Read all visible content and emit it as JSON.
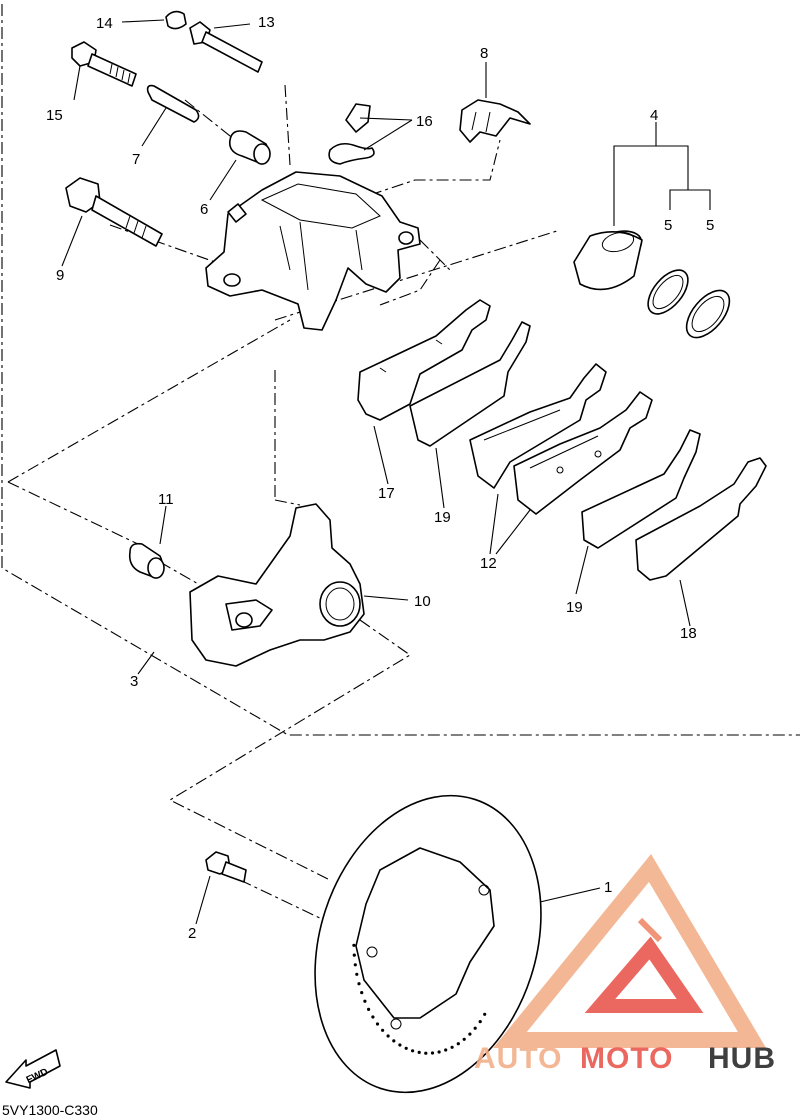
{
  "diagram_code": "5VY1300-C330",
  "fwd_label": "FWD",
  "watermark": {
    "part1": "AUTO",
    "part2": "MOTO",
    "part3": "HUB",
    "color_light": "#f2b08a",
    "color_mid": "#f08a6a",
    "color_red": "#e8584f",
    "color_dark": "#2b2b2b"
  },
  "callouts": [
    {
      "id": "1",
      "label": "1"
    },
    {
      "id": "2",
      "label": "2"
    },
    {
      "id": "3",
      "label": "3"
    },
    {
      "id": "4",
      "label": "4"
    },
    {
      "id": "5a",
      "label": "5"
    },
    {
      "id": "5b",
      "label": "5"
    },
    {
      "id": "6",
      "label": "6"
    },
    {
      "id": "7",
      "label": "7"
    },
    {
      "id": "8",
      "label": "8"
    },
    {
      "id": "9",
      "label": "9"
    },
    {
      "id": "10",
      "label": "10"
    },
    {
      "id": "11",
      "label": "11"
    },
    {
      "id": "12",
      "label": "12"
    },
    {
      "id": "13",
      "label": "13"
    },
    {
      "id": "14",
      "label": "14"
    },
    {
      "id": "15",
      "label": "15"
    },
    {
      "id": "16",
      "label": "16"
    },
    {
      "id": "17",
      "label": "17"
    },
    {
      "id": "18",
      "label": "18"
    },
    {
      "id": "19a",
      "label": "19"
    },
    {
      "id": "19b",
      "label": "19"
    }
  ]
}
